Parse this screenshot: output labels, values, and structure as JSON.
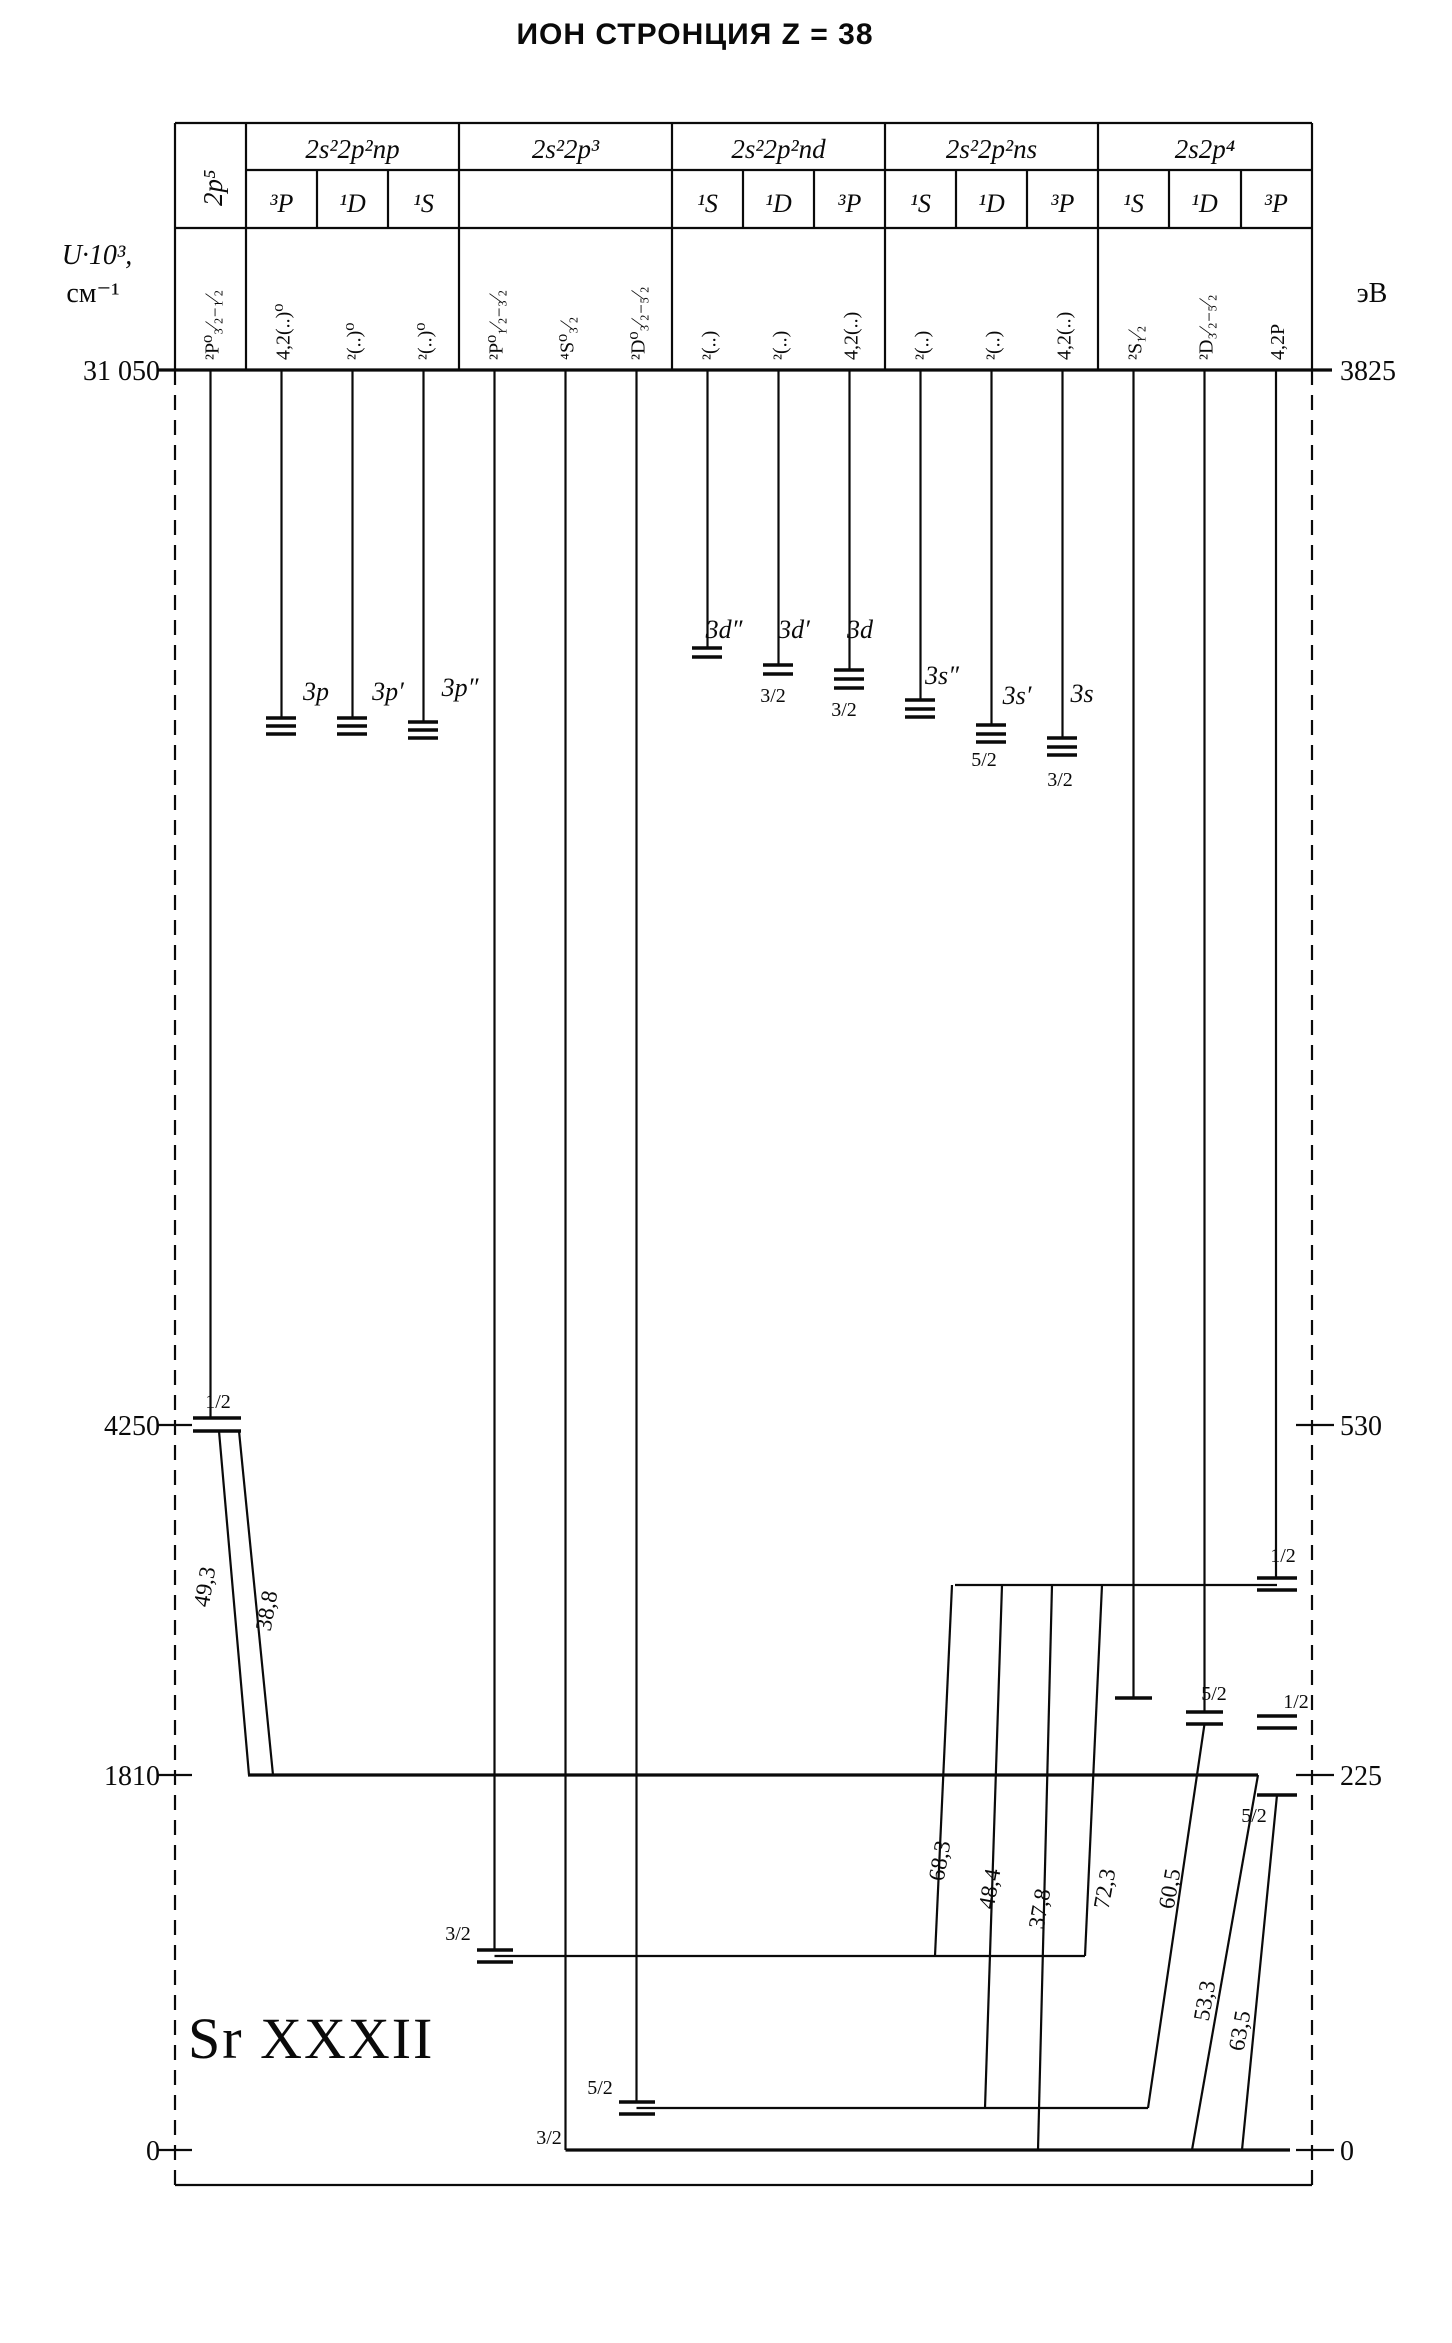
{
  "title": "ИОН СТРОНЦИЯ  Z = 38",
  "ion_label": "Sr XXXII",
  "axis_left": {
    "unit1": "U·10³,",
    "unit2": "см⁻¹",
    "t31050": "31 050",
    "t4250": "4250",
    "t1810": "1810",
    "t0": "0"
  },
  "axis_right": {
    "unit": "эВ",
    "t3825": "3825",
    "t530": "530",
    "t225": "225",
    "t0": "0"
  },
  "groups": {
    "g1": "2p⁵",
    "g2": "2s²2p²np",
    "g3": "2s²2p³",
    "g4": "2s²2p²nd",
    "g5": "2s²2p²ns",
    "g6": "2s2p⁴"
  },
  "terms": {
    "p3": "³P",
    "d1": "¹D",
    "s1": "¹S"
  },
  "columns": {
    "c1": "²P⁰₃⁄₂₋₁⁄₂",
    "c2": "4,2(..)⁰",
    "c3": "²(..)⁰",
    "c4": "²(..)⁰",
    "c5": "²P⁰₁⁄₂₋₃⁄₂",
    "c6": "⁴S⁰₃⁄₂",
    "c7": "²D⁰₃⁄₂₋₅⁄₂",
    "c8": "²(..)",
    "c9": "²(..)",
    "c10": "4,2(..)",
    "c11": "²(..)",
    "c12": "²(..)",
    "c13": "4,2(..)",
    "c14": "²S₁⁄₂",
    "c15": "²D₃⁄₂₋₅⁄₂",
    "c16": "4,2P"
  },
  "levels": {
    "p": "3p",
    "p1": "3p′",
    "p2": "3p″",
    "d2": "3d″",
    "d1": "3d′",
    "d": "3d",
    "s2": "3s″",
    "s1": "3s′",
    "s": "3s"
  },
  "j": {
    "j12": "1/2",
    "j32": "3/2",
    "j52": "5/2"
  },
  "transitions": {
    "w493": "49,3",
    "w388": "38,8",
    "w683": "68,3",
    "w484": "48,4",
    "w378": "37,8",
    "w723": "72,3",
    "w605": "60,5",
    "w533": "53,3",
    "w635": "63,5"
  }
}
